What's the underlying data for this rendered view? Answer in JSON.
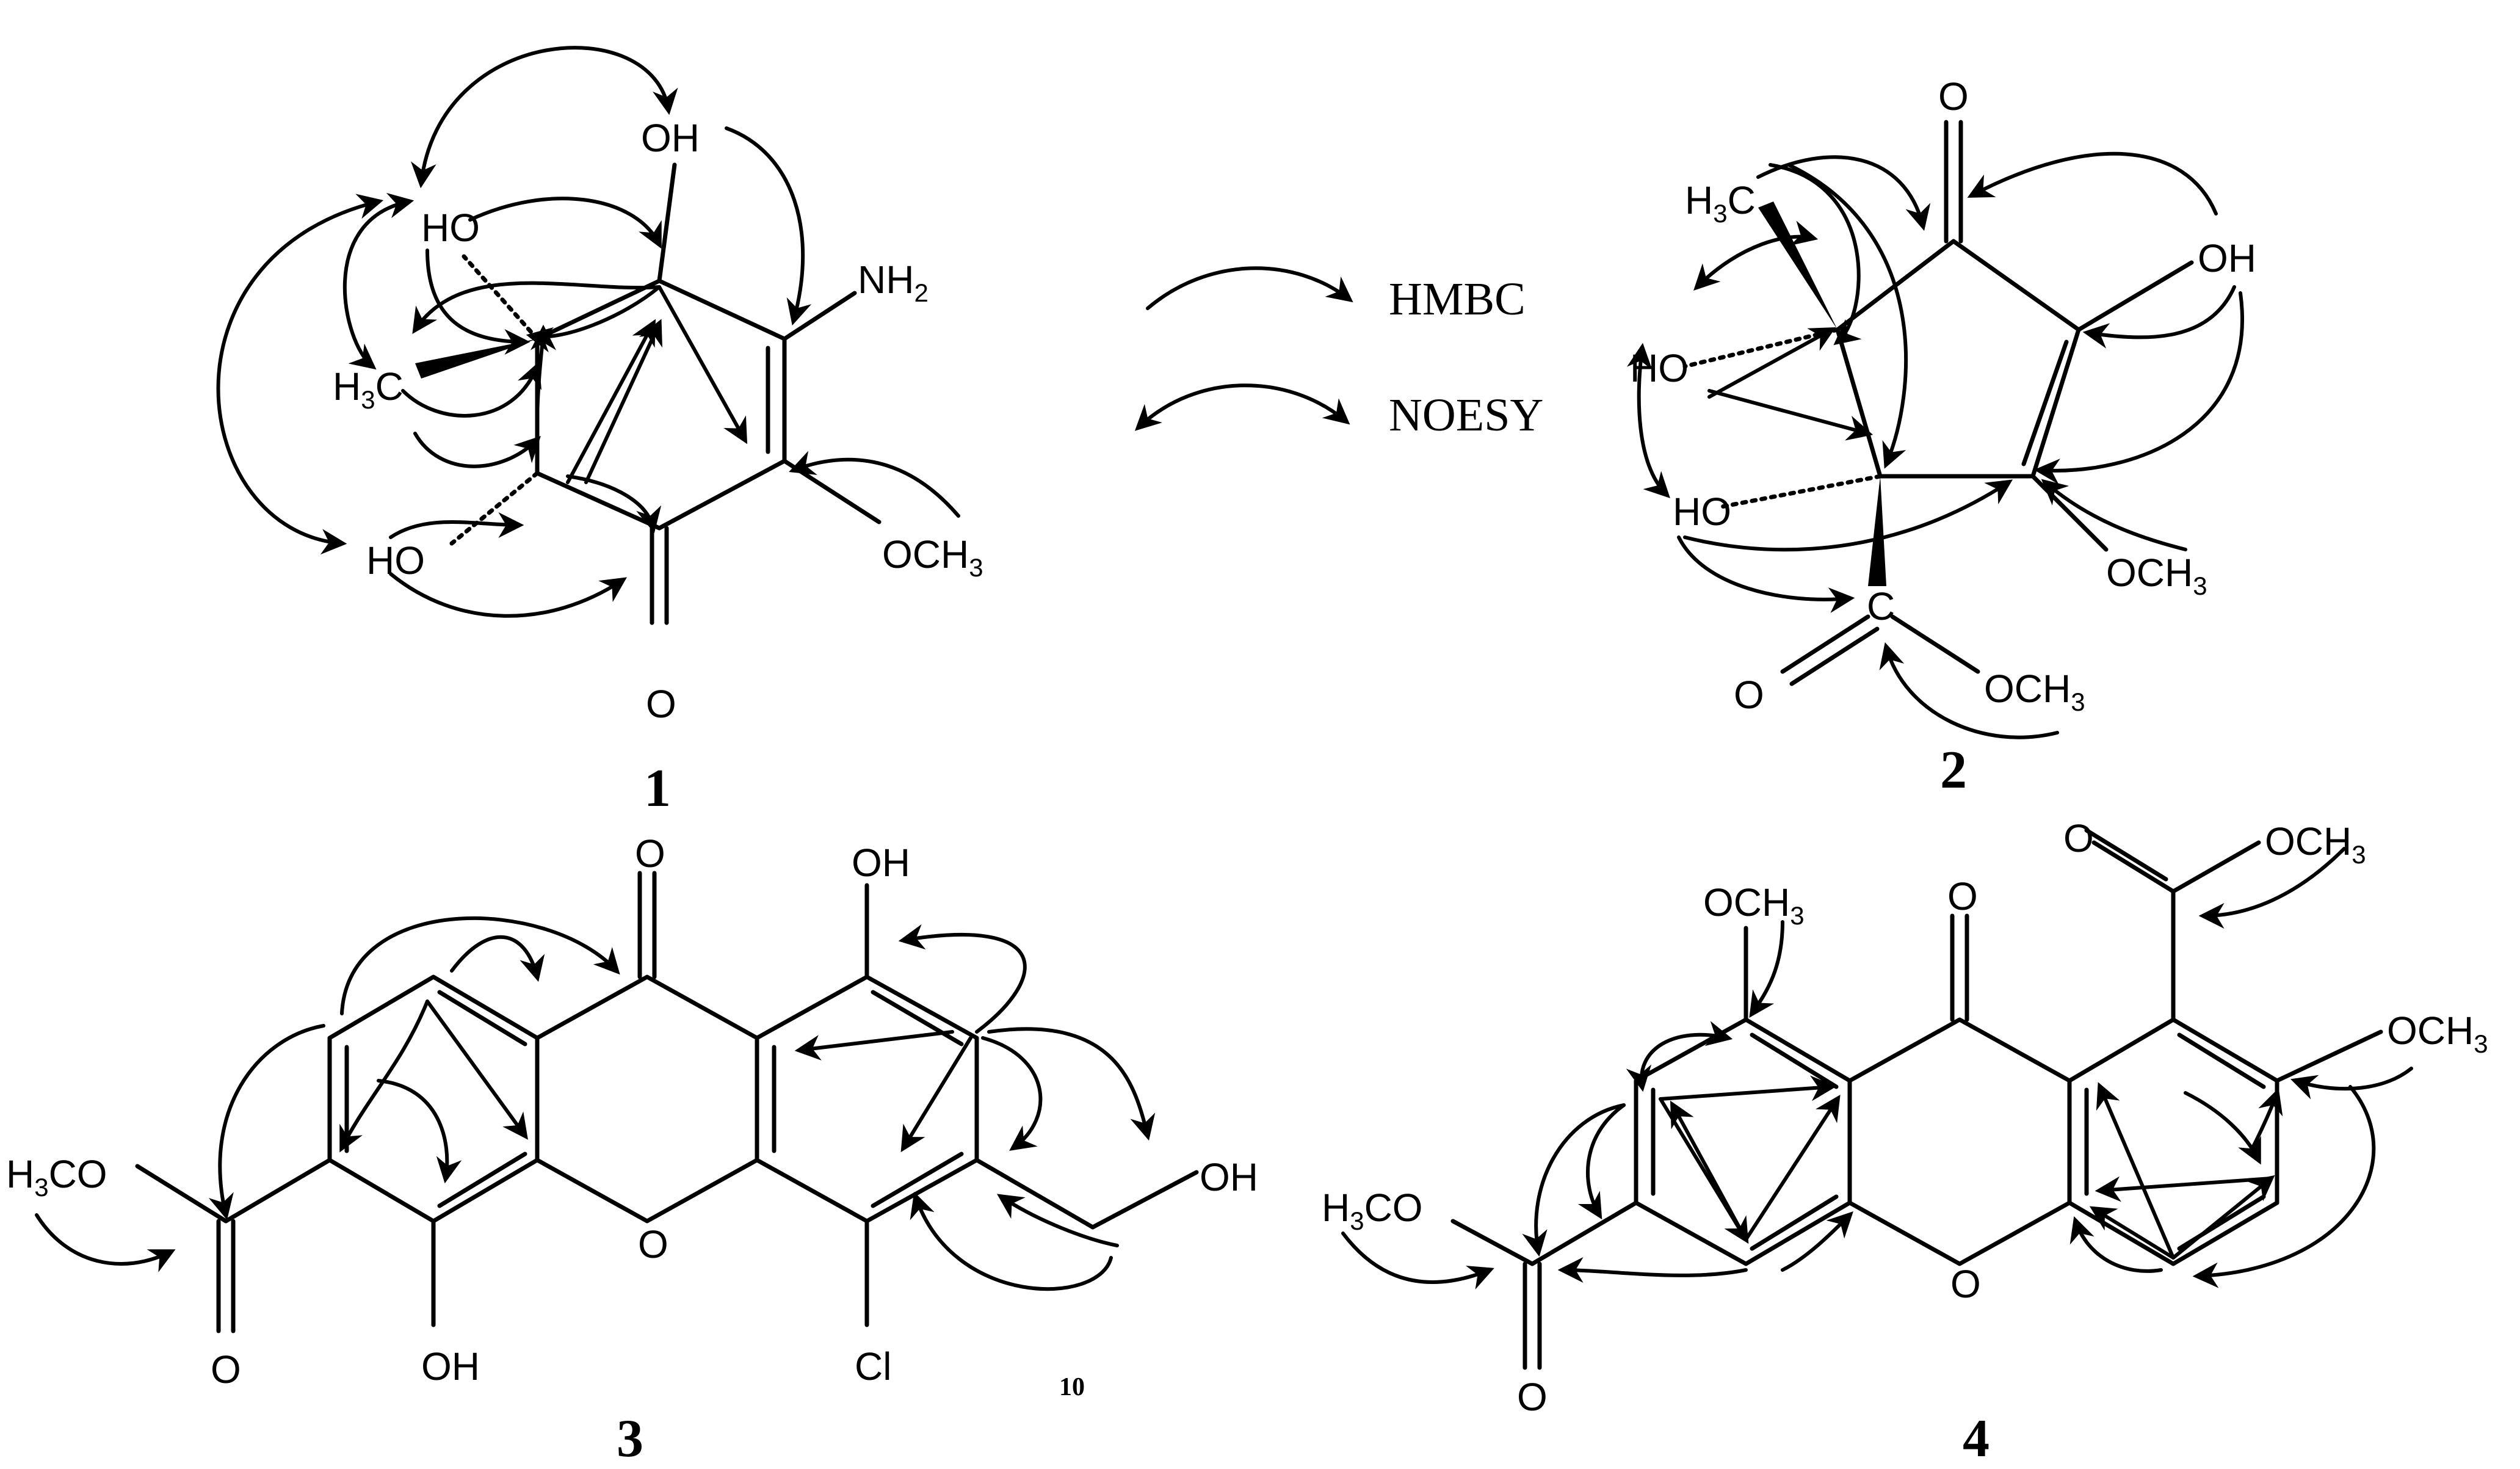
{
  "legend": {
    "hmbc": "HMBC",
    "noesy": "NOESY"
  },
  "compounds": [
    {
      "number": "1",
      "labels": [
        "OH",
        "HO",
        "NH2",
        "H3C",
        "HO",
        "OCH3",
        "O"
      ]
    },
    {
      "number": "2",
      "labels": [
        "O",
        "H3C",
        "OH",
        "HO",
        "HO",
        "OCH3",
        "C",
        "O",
        "OCH3"
      ]
    },
    {
      "number": "3",
      "labels": [
        "O",
        "OH",
        "H3CO",
        "O",
        "OH",
        "O",
        "OH",
        "Cl"
      ],
      "note": "10"
    },
    {
      "number": "4",
      "labels": [
        "OCH3",
        "O",
        "O",
        "OCH3",
        "OCH3",
        "H3CO",
        "O",
        "O"
      ]
    }
  ]
}
